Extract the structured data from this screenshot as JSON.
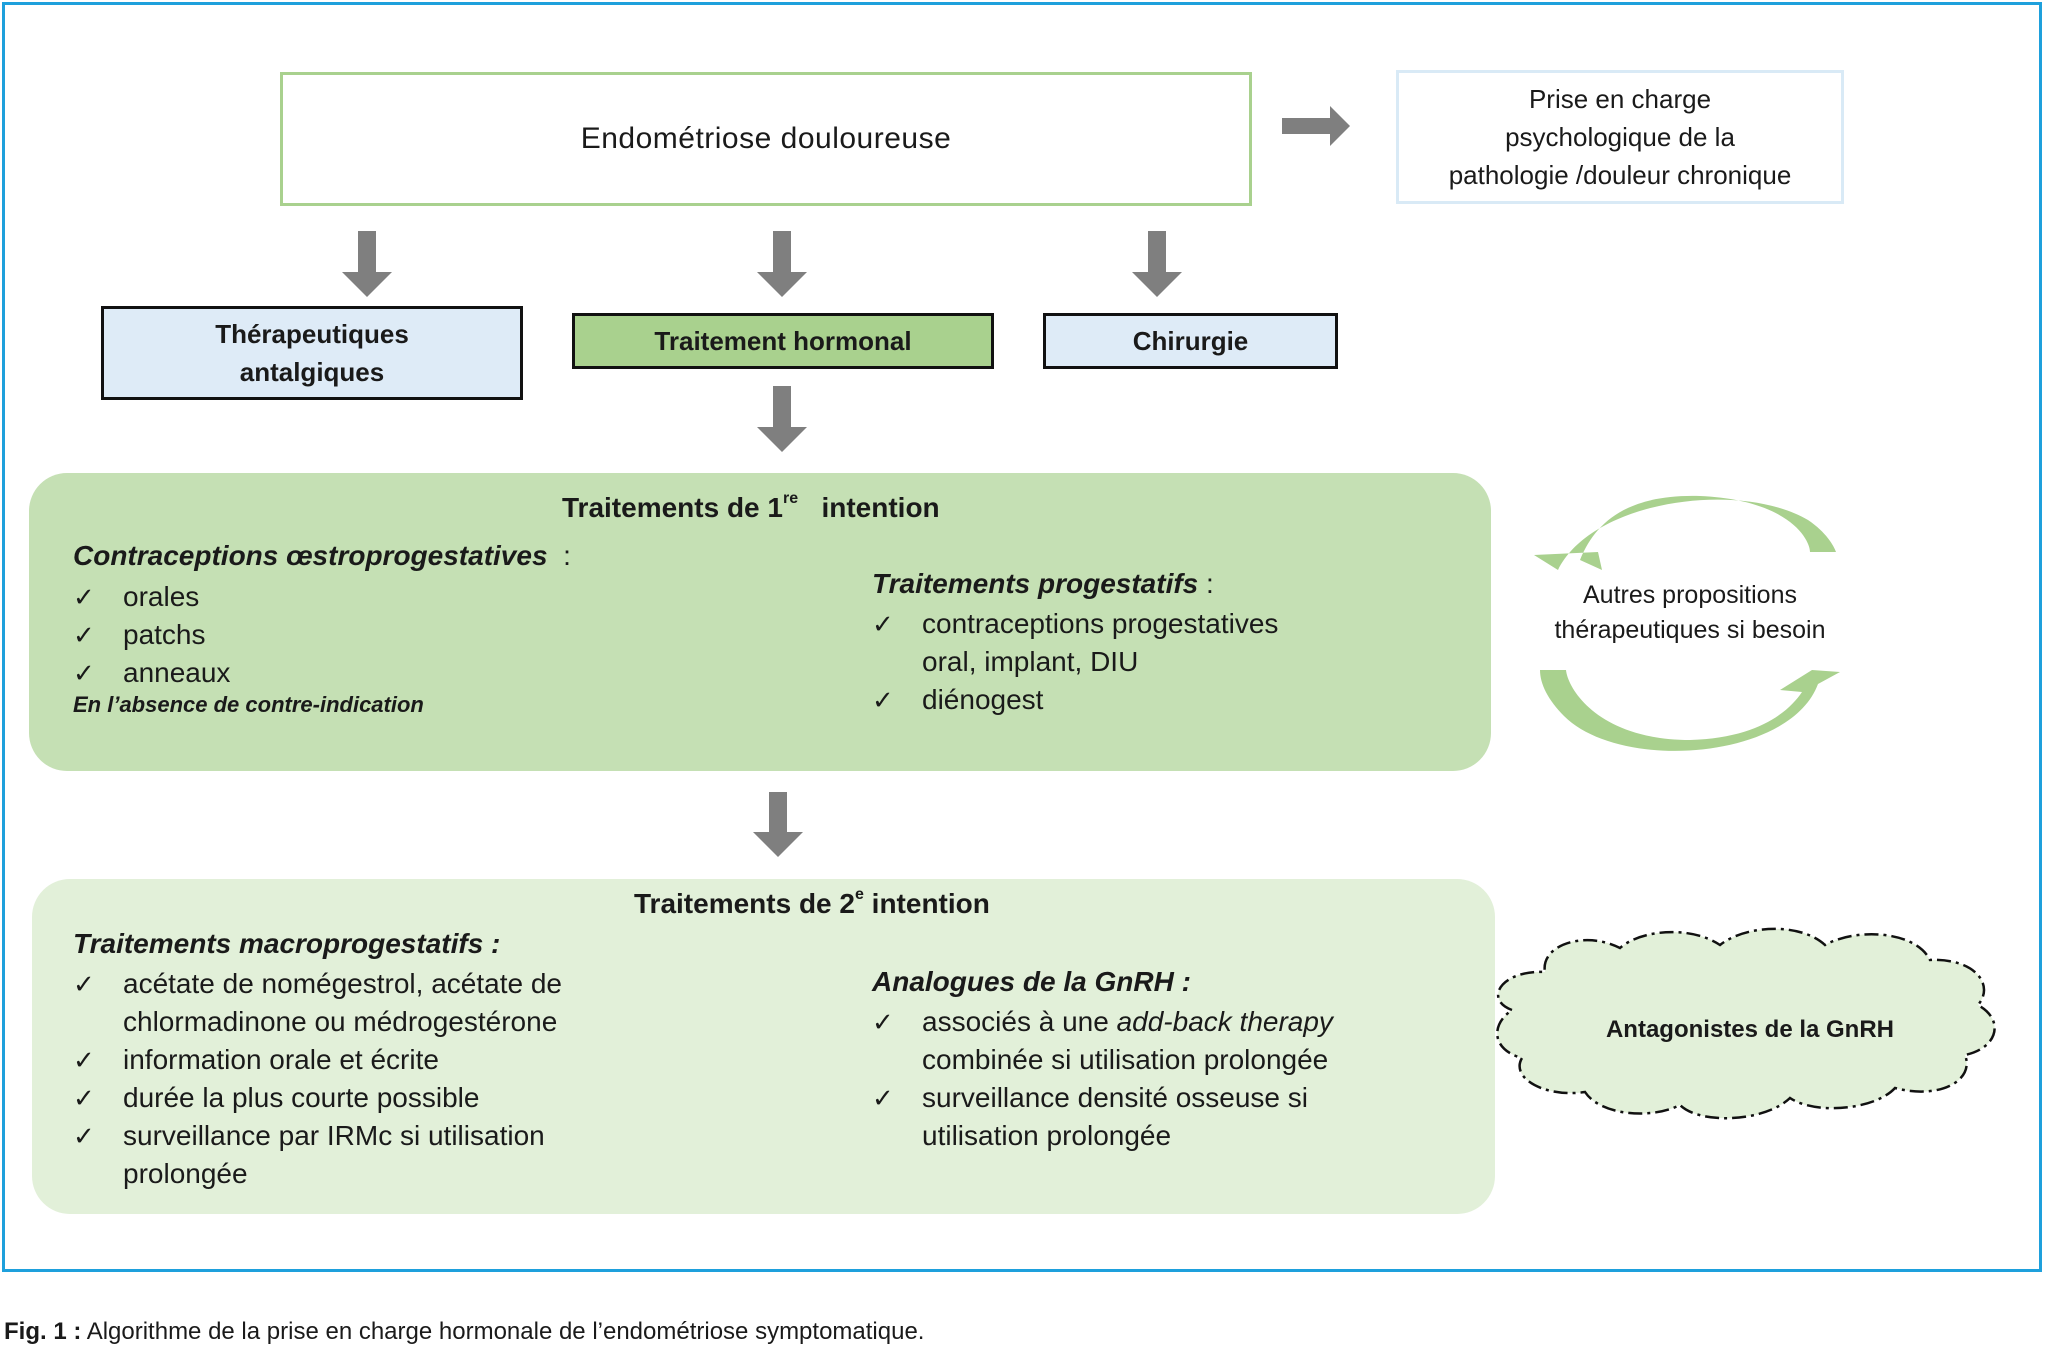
{
  "top": {
    "main_title": "Endométriose douloureuse",
    "psy_care": [
      "Prise en charge",
      "psychologique de la",
      "pathologie /douleur chronique"
    ]
  },
  "branches": {
    "therapeutiques": [
      "Thérapeutiques",
      "antalgiques"
    ],
    "hormonal": "Traitement hormonal",
    "chirurgie": "Chirurgie"
  },
  "first_line": {
    "title_prefix": "Traitements de 1",
    "title_sup": "re",
    "title_suffix": "intention",
    "left_heading": "Contraceptions œstroprogestatives",
    "left_colon": ":",
    "left_items": [
      "orales",
      "patchs",
      "anneaux"
    ],
    "left_note": "En l’absence de contre-indication",
    "right_heading": "Traitements progestatifs",
    "right_colon": ":",
    "right_items": [
      [
        "contraceptions progestatives",
        "oral, implant, DIU"
      ],
      [
        "diénogest"
      ]
    ]
  },
  "second_line": {
    "title_prefix": "Traitements de 2",
    "title_sup": "e",
    "title_suffix": "intention",
    "left_heading": "Traitements macroprogestatifs :",
    "left_items": [
      [
        "acétate de nomégestrol, acétate de",
        "chlormadinone ou médrogestérone"
      ],
      [
        "information orale et écrite"
      ],
      [
        "durée la plus courte possible"
      ],
      [
        "surveillance par IRMc si utilisation",
        "prolongée"
      ]
    ],
    "right_heading": "Analogues de la GnRH :",
    "right_item1_pre": "associés à une ",
    "right_item1_italic": "add-back therapy",
    "right_item1_line2": "combinée si utilisation prolongée",
    "right_item2": [
      "surveillance densité osseuse si",
      "utilisation prolongée"
    ]
  },
  "side": {
    "autres": [
      "Autres propositions",
      "thérapeutiques si besoin"
    ],
    "antagonistes": "Antagonistes de la GnRH"
  },
  "caption": {
    "label": "Fig. 1 :",
    "text": " Algorithme de la prise en charge hormonale de l’endométriose symptomatique."
  },
  "check_glyph": "✓",
  "colors": {
    "frame": "#1ea0dc",
    "main_border": "#a9d18e",
    "hormonal_fill": "#a9d18e",
    "blue_fill": "#deebf7",
    "panel1": "#c5e0b4",
    "panel2": "#e2f0d9",
    "arrow": "#7f7f7f",
    "cycle_arrow": "#a9d18e"
  }
}
